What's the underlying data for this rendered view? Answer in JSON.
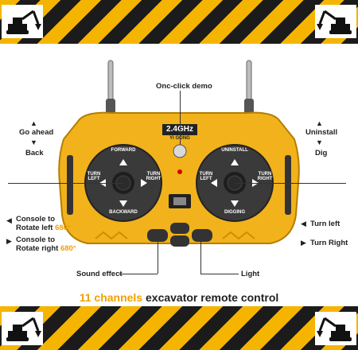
{
  "labels": {
    "one_click_demo": "Onc-click demo",
    "go_ahead": "Go ahead",
    "back": "Back",
    "uninstall": "Uninstall",
    "dig": "Dig",
    "console_rotate_left_1": "Console to",
    "console_rotate_left_2": "Rotate left",
    "console_rotate_left_deg": "680°",
    "console_rotate_right_1": "Console to",
    "console_rotate_right_2": "Rotate right",
    "console_rotate_right_deg": "680°",
    "turn_left": "Turn left",
    "turn_right": "Turn Right",
    "sound_effect": "Sound effect",
    "light": "Light"
  },
  "remote": {
    "freq": "2.4GHz",
    "brand": "YI GONG",
    "left_stick": {
      "top": "FORWARD",
      "bottom": "BACKWARD",
      "left": "TURN LEFT",
      "right": "TURN RIGHT"
    },
    "right_stick": {
      "top": "UNINSTALL",
      "bottom": "DIGGING",
      "left": "TURN LEFT",
      "right": "TURN RIGHT"
    }
  },
  "title": {
    "highlight": "11 channels",
    "rest": " excavator remote control"
  },
  "colors": {
    "accent": "#f5b400",
    "stripe_dark": "#1b1b1b",
    "body": "#f2b21c",
    "panel": "#3a3a3a"
  }
}
